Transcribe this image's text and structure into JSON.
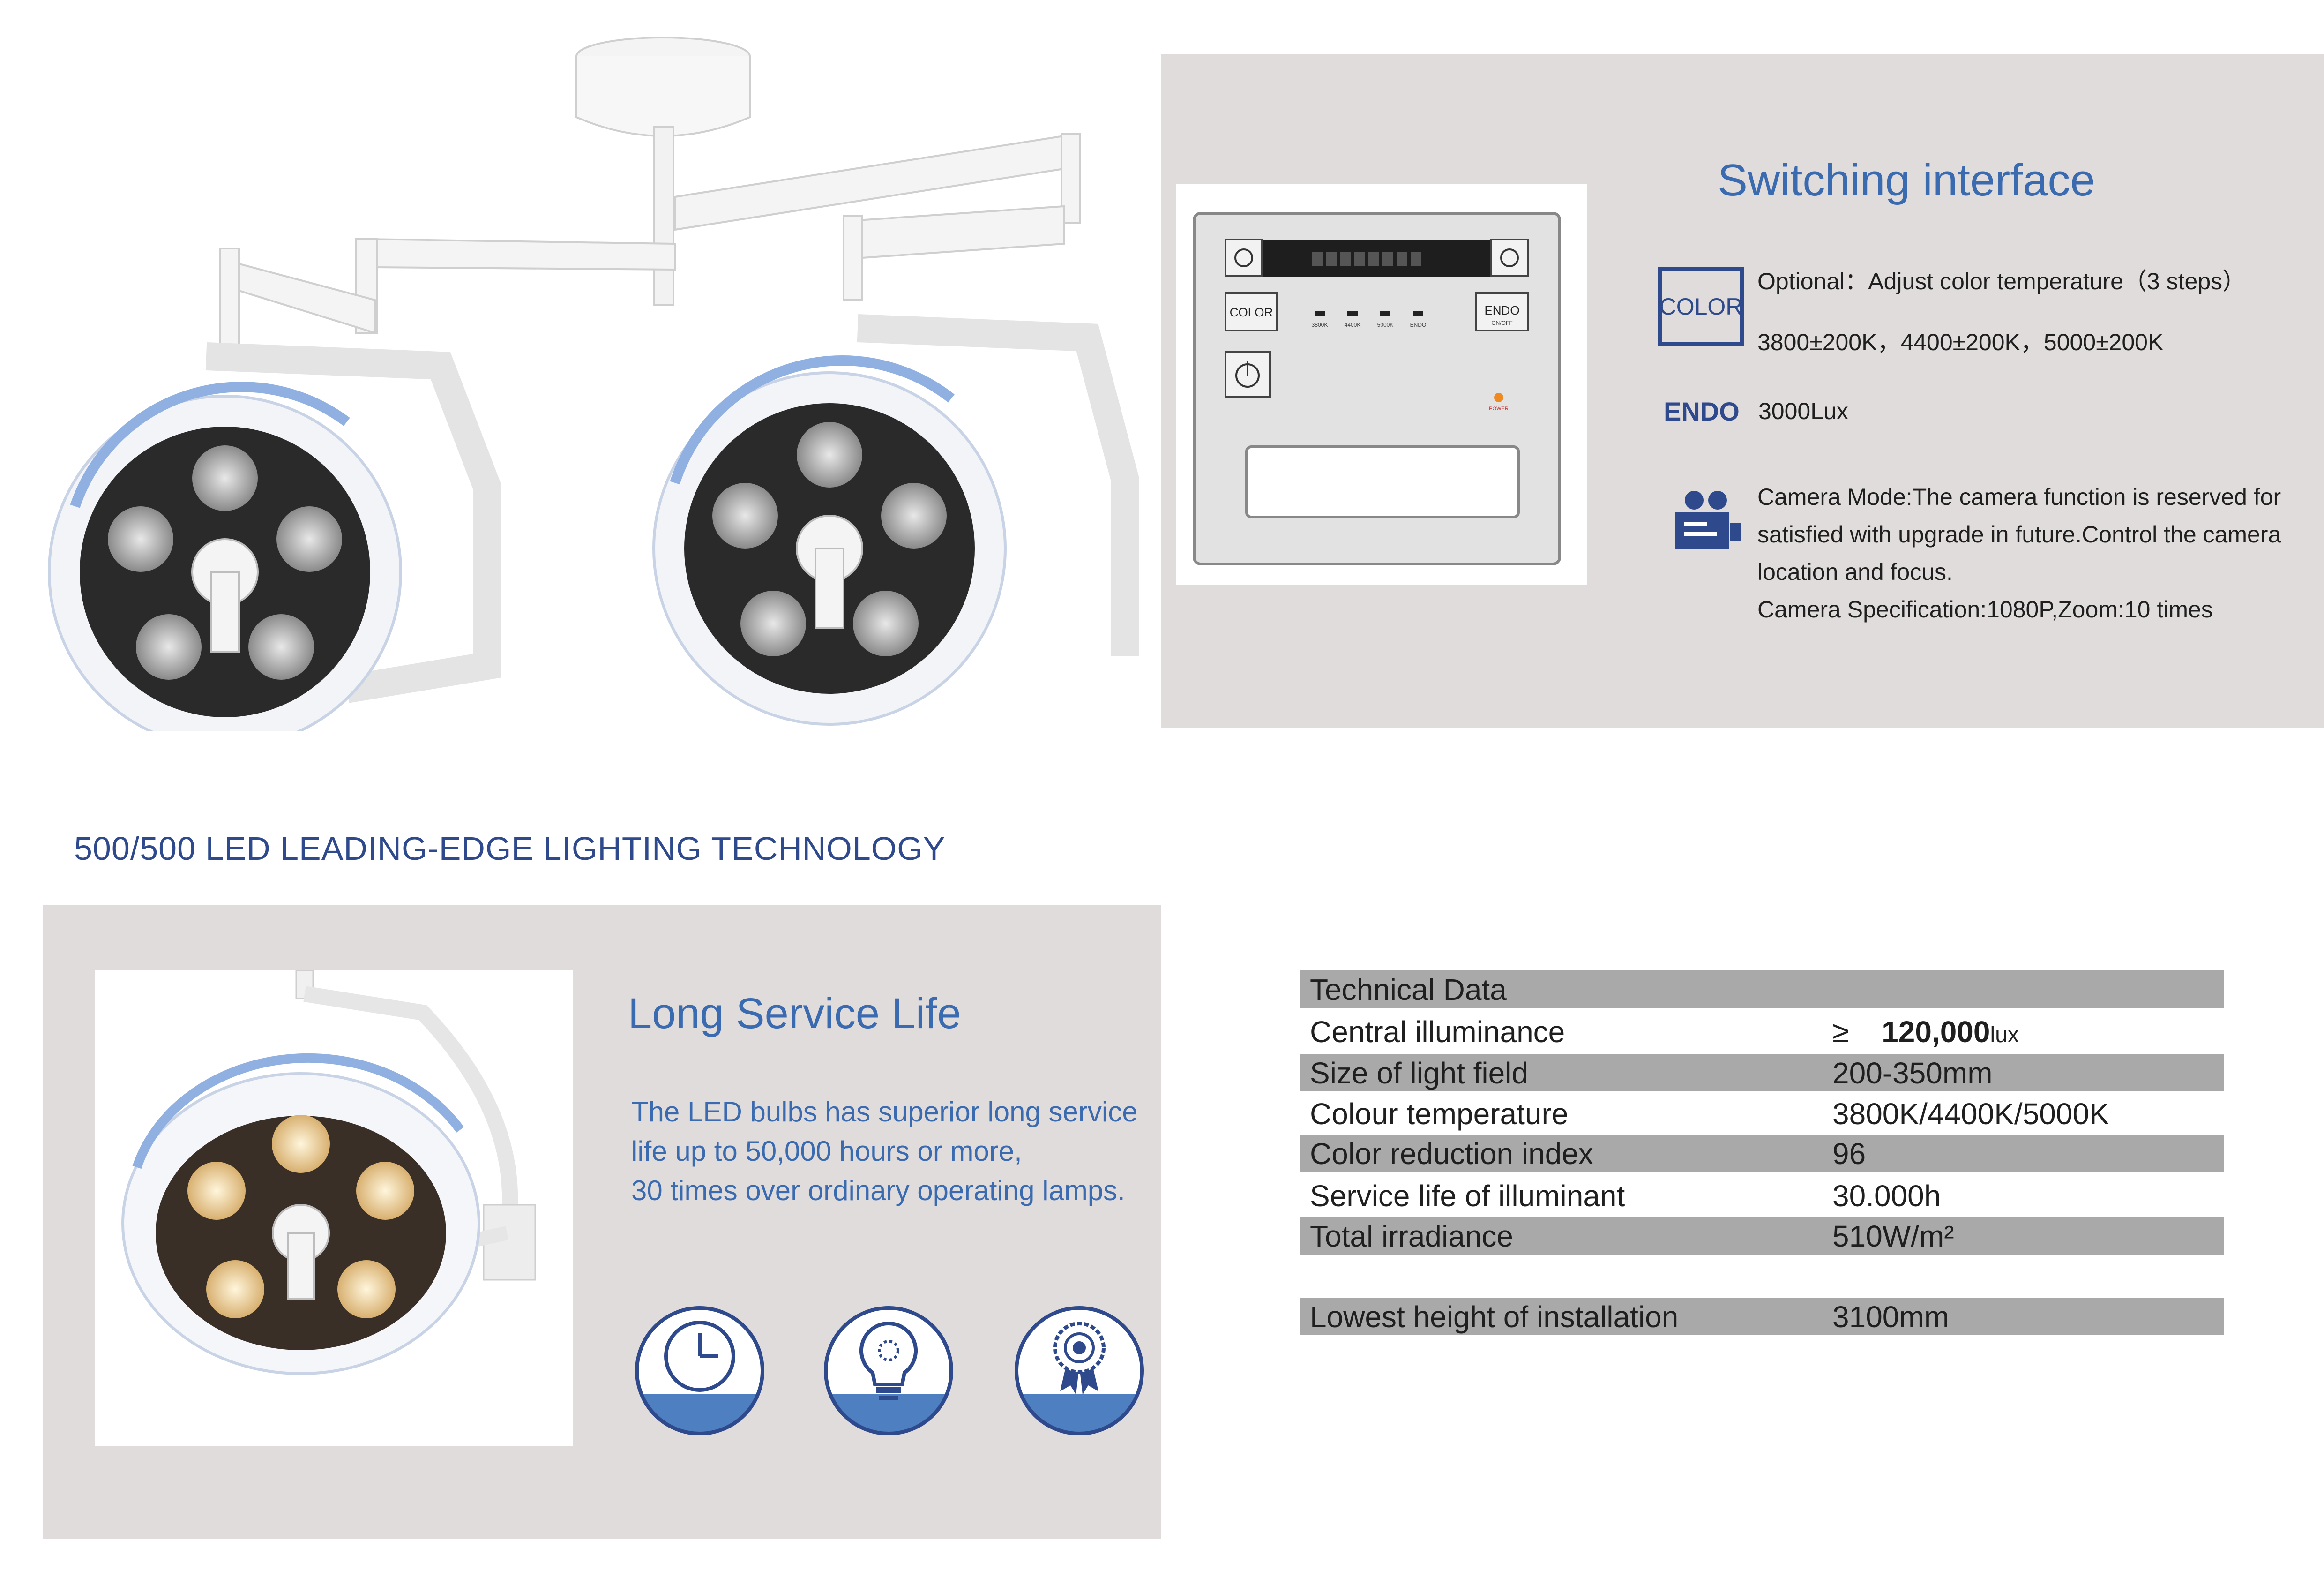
{
  "switching": {
    "title": "Switching interface",
    "color_badge": "COLOR",
    "optional_line": "Optional：Adjust color temperature（3 steps）",
    "temperatures_line": "3800±200K，4400±200K，5000±200K",
    "endo_label": "ENDO",
    "endo_value": "3000Lux",
    "camera_lines": [
      "Camera Mode:The camera function is reserved for",
      "satisfied with upgrade in future.Control the camera",
      "location and focus.",
      "Camera Specification:1080P,Zoom:10 times"
    ]
  },
  "device_panel": {
    "color_button": "COLOR",
    "endo_button": "ENDO",
    "endo_sub": "ON/OFF",
    "temp_labels": [
      "3800K",
      "4400K",
      "5000K",
      "ENDO"
    ],
    "power_label": "POWER"
  },
  "headline": "500/500 LED LEADING-EDGE LIGHTING TECHNOLOGY",
  "life": {
    "title": "Long Service Life",
    "desc_lines": [
      "The LED bulbs has superior long service",
      "life up to 50,000 hours or more,",
      "30 times over ordinary operating lamps."
    ]
  },
  "icons": [
    "clock-icon",
    "lightbulb-icon",
    "award-ribbon-icon"
  ],
  "tech": {
    "header": "Technical Data",
    "central": {
      "label": "Central illuminance",
      "prefix": "≥",
      "value": "120,000",
      "unit": "lux"
    },
    "rows": [
      {
        "label": "Size of light field",
        "value": "200-350mm"
      },
      {
        "label": "Colour temperature",
        "value": "3800K/4400K/5000K"
      },
      {
        "label": "Color reduction index",
        "value": "96"
      },
      {
        "label": "Service life of illuminant",
        "value": "30.000h"
      },
      {
        "label": "Total irradiance",
        "value": "510W/m²"
      },
      {
        "label": "Lowest height of installation",
        "value": "3100mm"
      }
    ]
  },
  "colors": {
    "panel": "#e0dcdc",
    "accent_blue": "#3a6ab0",
    "navy": "#2e4a8c",
    "table_gray": "#a9a9a9"
  }
}
